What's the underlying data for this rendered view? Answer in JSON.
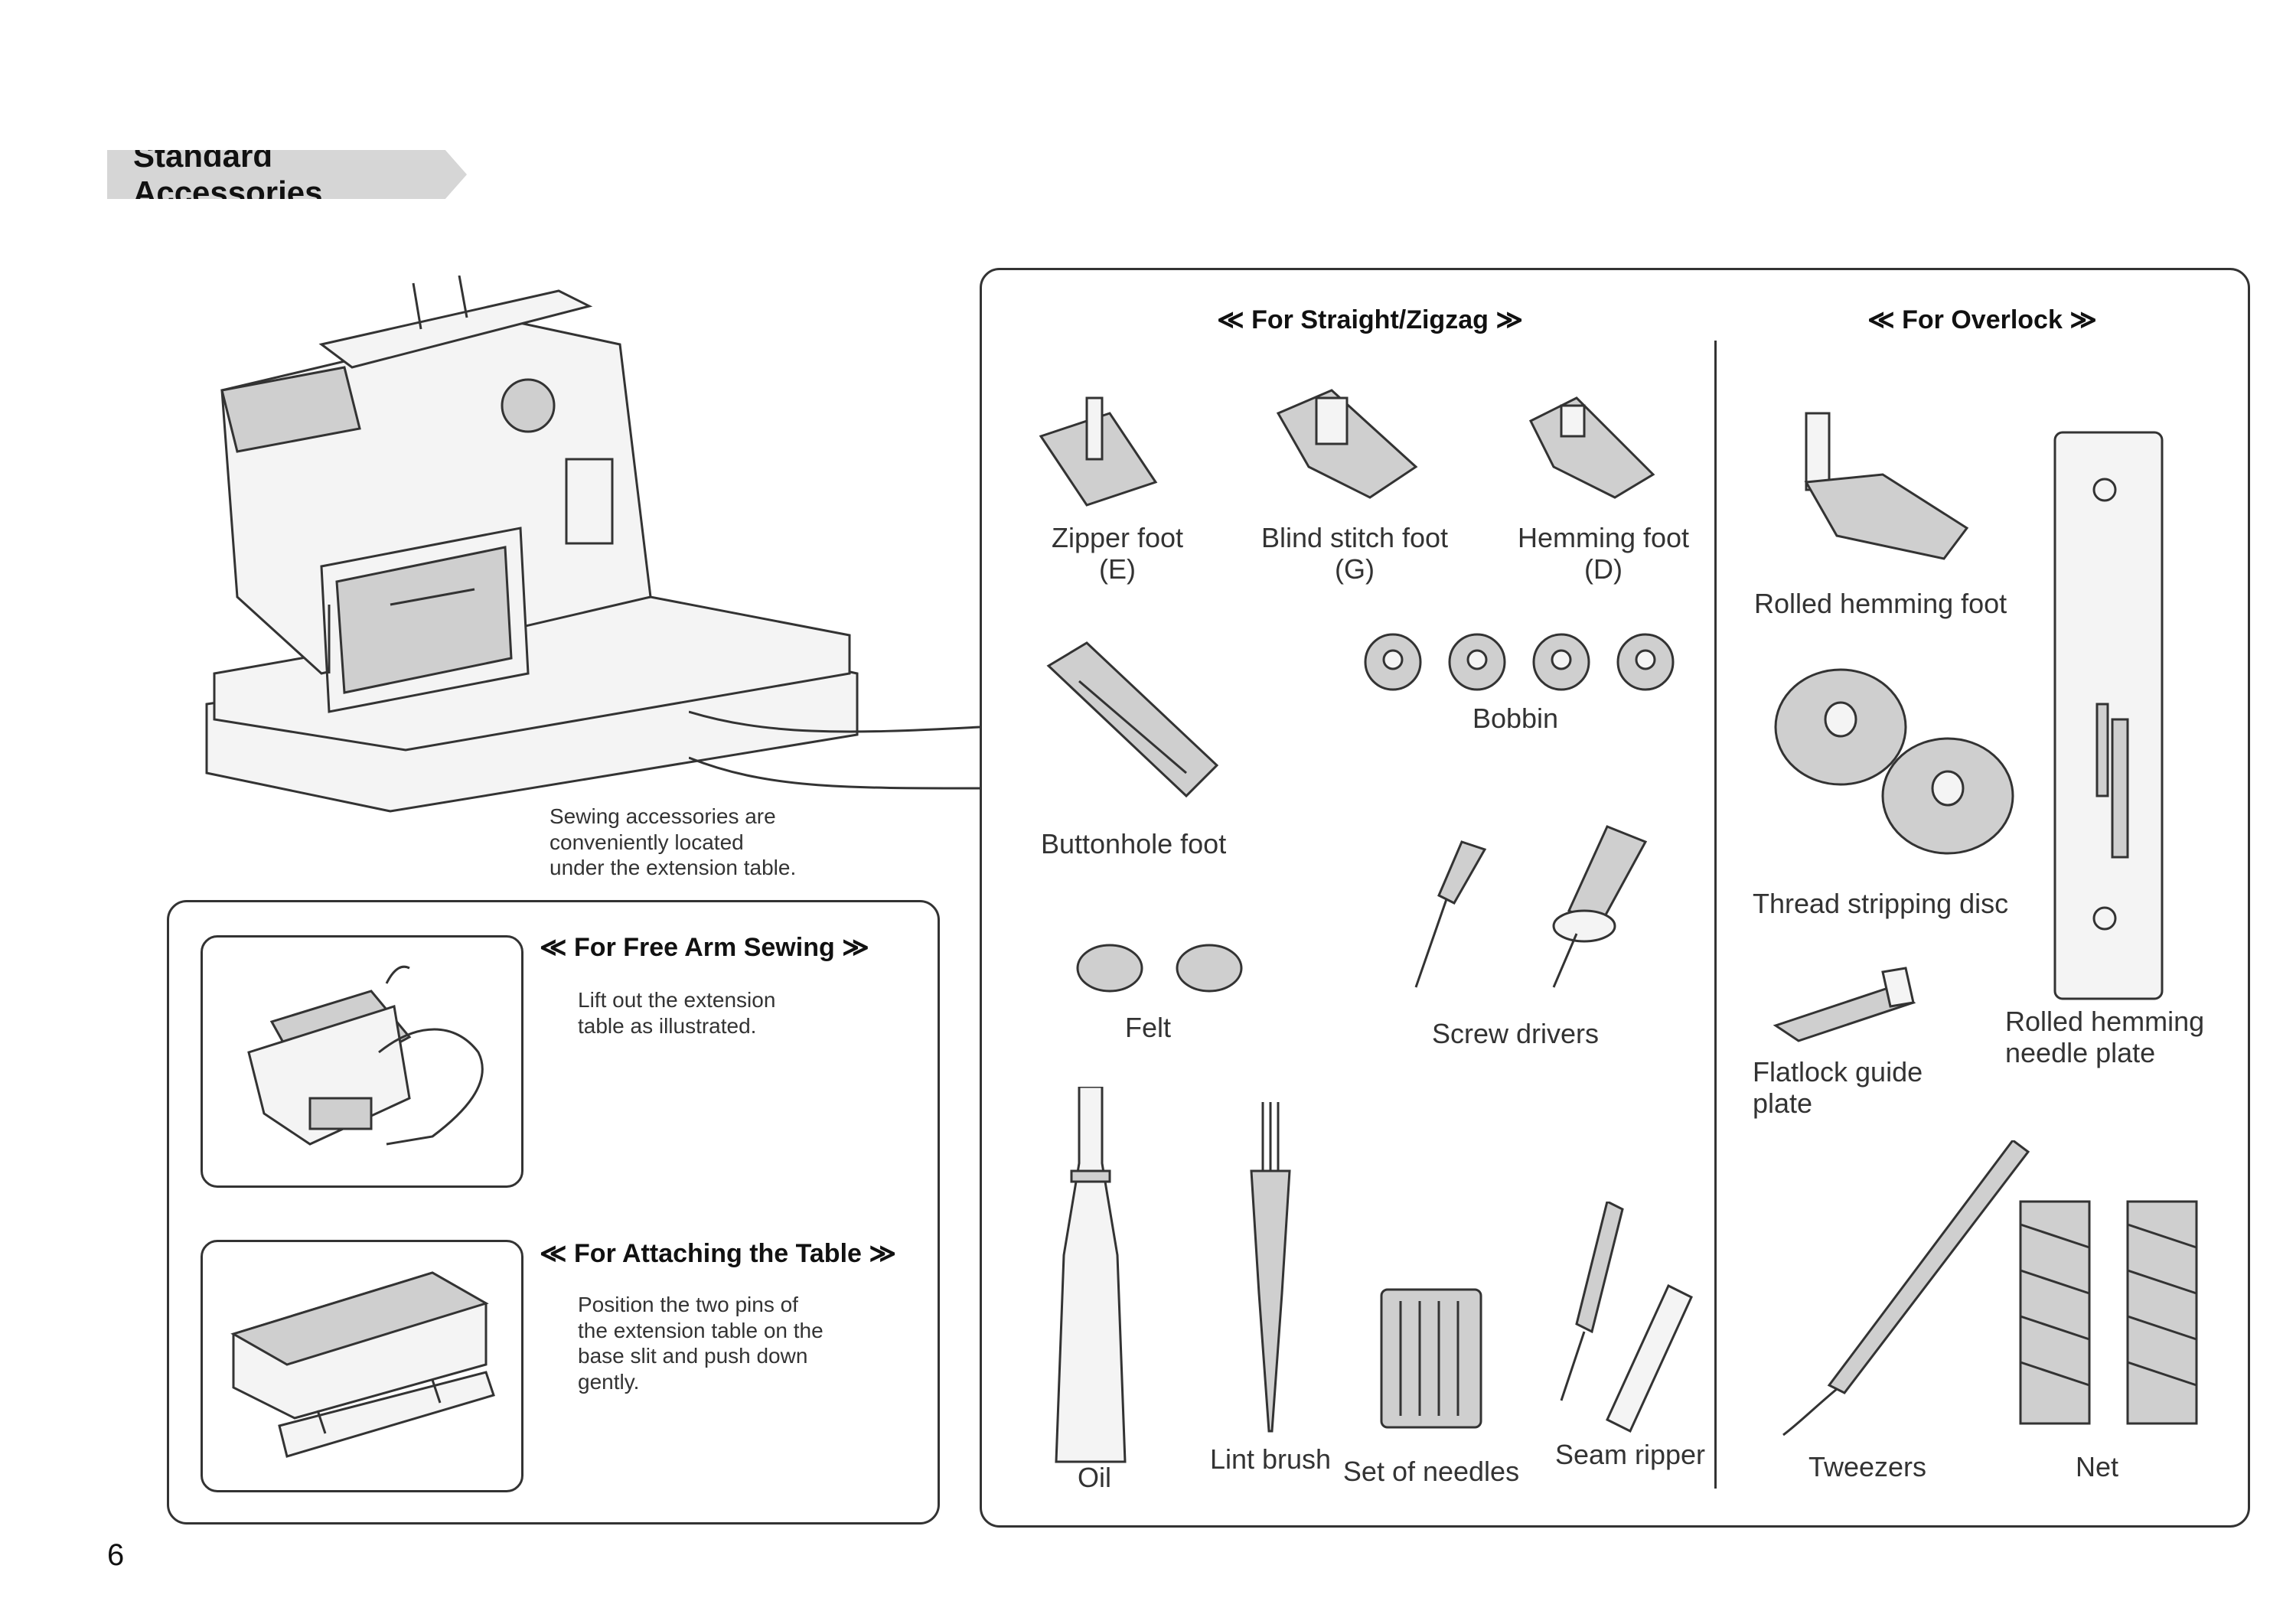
{
  "page": {
    "title": "Standard Accessories",
    "page_number": "6",
    "machine_caption": "Sewing accessories are\nconveniently located\nunder the extension table."
  },
  "free_arm": {
    "heading": "≪ For Free Arm Sewing ≫",
    "text": "Lift out the extension\ntable as illustrated."
  },
  "attach_table": {
    "heading": "≪ For Attaching the Table ≫",
    "text": "Position the two pins of\nthe extension table on the\nbase slit and push down\ngently."
  },
  "straight_zigzag": {
    "heading": "≪ For Straight/Zigzag ≫",
    "zipper_foot": "Zipper foot\n(E)",
    "blind_stitch_foot": "Blind stitch foot\n(G)",
    "hemming_foot": "Hemming foot\n(D)",
    "buttonhole_foot": "Buttonhole foot",
    "bobbin": "Bobbin",
    "felt": "Felt",
    "screw_drivers": "Screw drivers",
    "oil": "Oil",
    "lint_brush": "Lint brush",
    "set_of_needles": "Set of needles",
    "seam_ripper": "Seam ripper"
  },
  "overlock": {
    "heading": "≪ For Overlock ≫",
    "rolled_hemming_foot": "Rolled hemming foot",
    "thread_stripping_disc": "Thread stripping disc",
    "flatlock_guide_plate": "Flatlock guide\nplate",
    "rolled_hemming_needle_plate": "Rolled hemming\nneedle plate",
    "tweezers": "Tweezers",
    "net": "Net"
  }
}
